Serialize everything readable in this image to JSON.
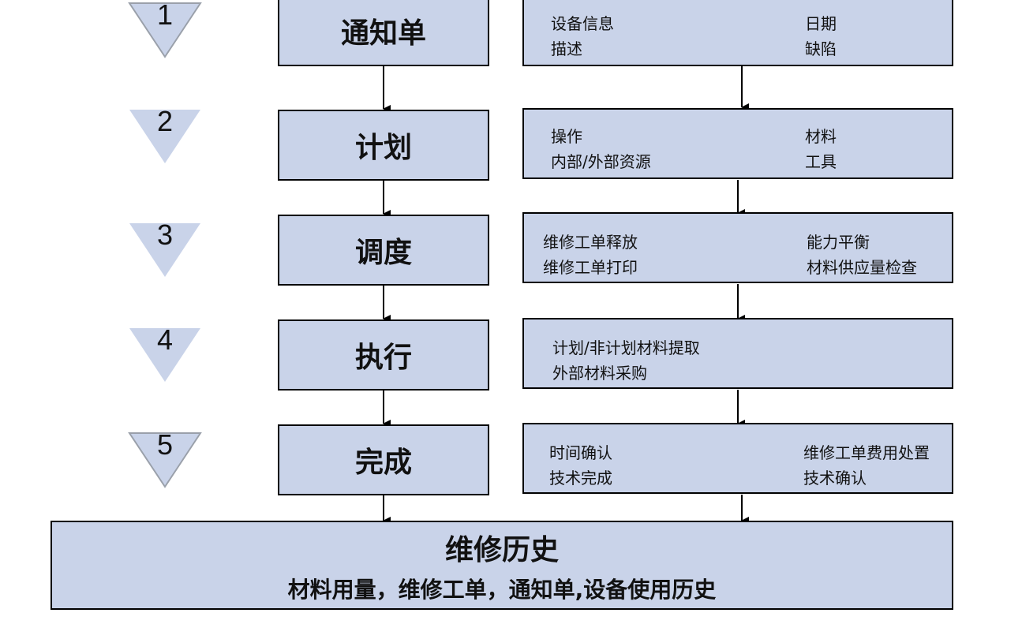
{
  "steps": [
    {
      "number": "1",
      "title": "通知单",
      "details": [
        "设备信息",
        "日期",
        "描述",
        "缺陷"
      ]
    },
    {
      "number": "2",
      "title": "计划",
      "details": [
        "操作",
        "材料",
        "内部/外部资源",
        "工具"
      ]
    },
    {
      "number": "3",
      "title": "调度",
      "details": [
        "维修工单释放",
        "能力平衡",
        "维修工单打印",
        "材料供应量检查"
      ]
    },
    {
      "number": "4",
      "title": "执行",
      "details": [
        "计划/非计划材料提取",
        "外部材料采购"
      ]
    },
    {
      "number": "5",
      "title": "完成",
      "details": [
        "时间确认",
        "维修工单费用处置",
        "技术完成",
        "技术确认"
      ]
    }
  ],
  "history": {
    "title": "维修历史",
    "subtitle": "材料用量，维修工单，通知单,设备使用历史"
  },
  "colors": {
    "box_fill": "#c9d3e9",
    "triangle_fill": "#c9d3e9",
    "border": "#000000"
  }
}
